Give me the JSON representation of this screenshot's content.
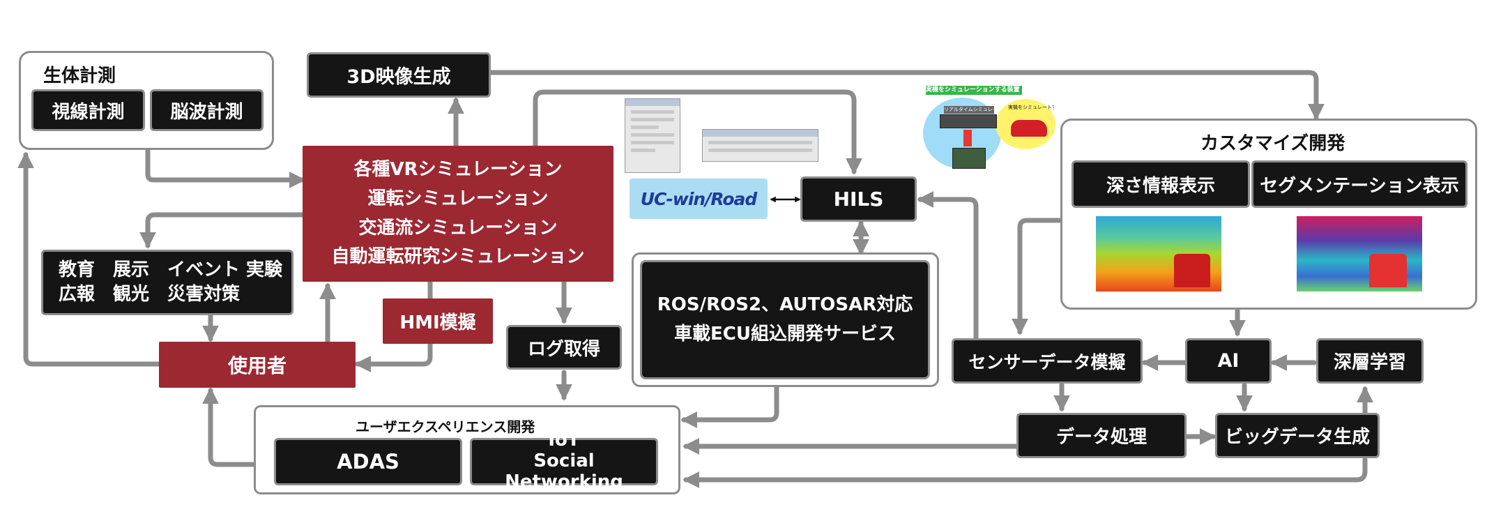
{
  "colors": {
    "accent_red": "#9c2832",
    "box_black": "#151515",
    "connector_gray": "#8c8c8c",
    "logo_blue_bg": "#aadcf2",
    "logo_text": "#1d3c9b"
  },
  "bio": {
    "title": "生体計測",
    "gaze": "視線計測",
    "eeg": "脳波計測"
  },
  "gen3d": "3D映像生成",
  "vr": {
    "lines": [
      "各種VRシミュレーション",
      "運転シミュレーション",
      "交通流シミュレーション",
      "自動運転研究シミュレーション"
    ]
  },
  "edu": {
    "line1": "教育　展示　イベント 実験",
    "line2": "広報　観光　災害対策"
  },
  "user": "使用者",
  "hmi": "HMI模擬",
  "log": "ログ取得",
  "ucwin": "UC-win/Road",
  "hils": "HILS",
  "hils_img": {
    "banner": "実機をシミュレーションする装置 HILS",
    "rack": "リアルタイムシミュレータ",
    "car": "実機をシミュレートするモデル"
  },
  "ros": {
    "line1": "ROS/ROS2、AUTOSAR対応",
    "line2": "車載ECU組込開発サービス"
  },
  "custom": {
    "title": "カスタマイズ開発",
    "depth": "深さ情報表示",
    "seg": "セグメンテーション表示"
  },
  "sensor": "センサーデータ模擬",
  "ai": "AI",
  "deep": "深層学習",
  "dataproc": "データ処理",
  "bigdata": "ビッグデータ生成",
  "ux": {
    "title": "ユーザエクスペリエンス開発",
    "adas": "ADAS",
    "iot1": "IoT",
    "iot2": "Social Networking"
  }
}
